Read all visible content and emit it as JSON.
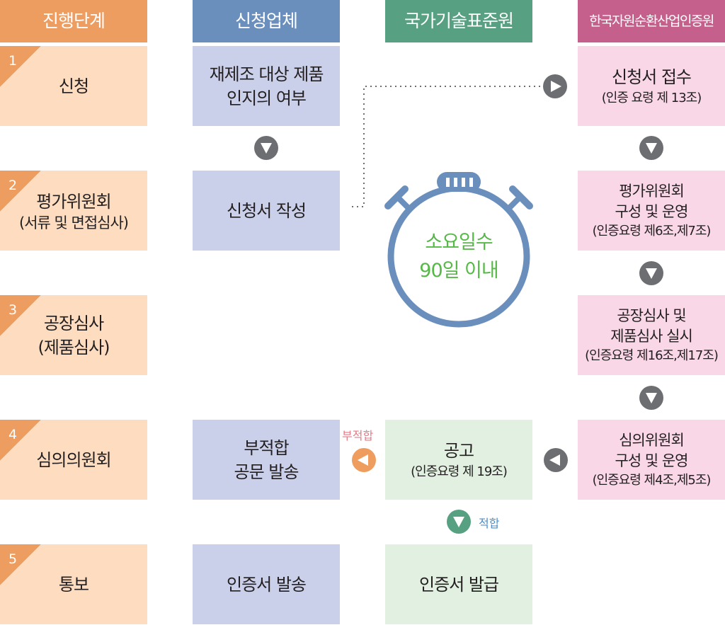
{
  "headers": {
    "stage": "진행단계",
    "applicant": "신청업체",
    "kats": "국가기술표준원",
    "korea": "한국자원순환산업인증원"
  },
  "stages": [
    {
      "num": "1",
      "label": "신청"
    },
    {
      "num": "2",
      "label": "평가위원회",
      "sub": "(서류 및 면접심사)"
    },
    {
      "num": "3",
      "label": "공장심사",
      "sub": "(제품심사)"
    },
    {
      "num": "4",
      "label": "심의의원회"
    },
    {
      "num": "5",
      "label": "통보"
    }
  ],
  "applicant": {
    "r1a": "재제조 대상 제품",
    "r1b": "인지의 여부",
    "r2": "신청서 작성",
    "r4a": "부적합",
    "r4b": "공문 발송",
    "r5": "인증서 발송"
  },
  "kats": {
    "r4": "공고",
    "r4sub": "(인증요령 제 19조)",
    "r5": "인증서 발급"
  },
  "korea": {
    "r1": "신청서 접수",
    "r1sub": "(인증 요령 제 13조)",
    "r2a": "평가위원회",
    "r2b": "구성 및 운영",
    "r2sub": "(인증요령 제6조,제7조)",
    "r3a": "공장심사 및",
    "r3b": "제품심사 실시",
    "r3sub": "(인증요령 제16조,제17조)",
    "r4a": "심의위원회",
    "r4b": "구성 및 운영",
    "r4sub": "(인증요령 제4조,제5조)"
  },
  "timer": {
    "line1": "소요일수",
    "line2": "90일 이내"
  },
  "labels": {
    "fail": "부적합",
    "pass": "적합"
  },
  "colors": {
    "stage": "#ee9d61",
    "applicant": "#6b8fbd",
    "kats": "#57a081",
    "korea": "#c5608c",
    "timer_text": "#56b947",
    "fail": "#e87a86",
    "pass": "#4a8fcf"
  }
}
